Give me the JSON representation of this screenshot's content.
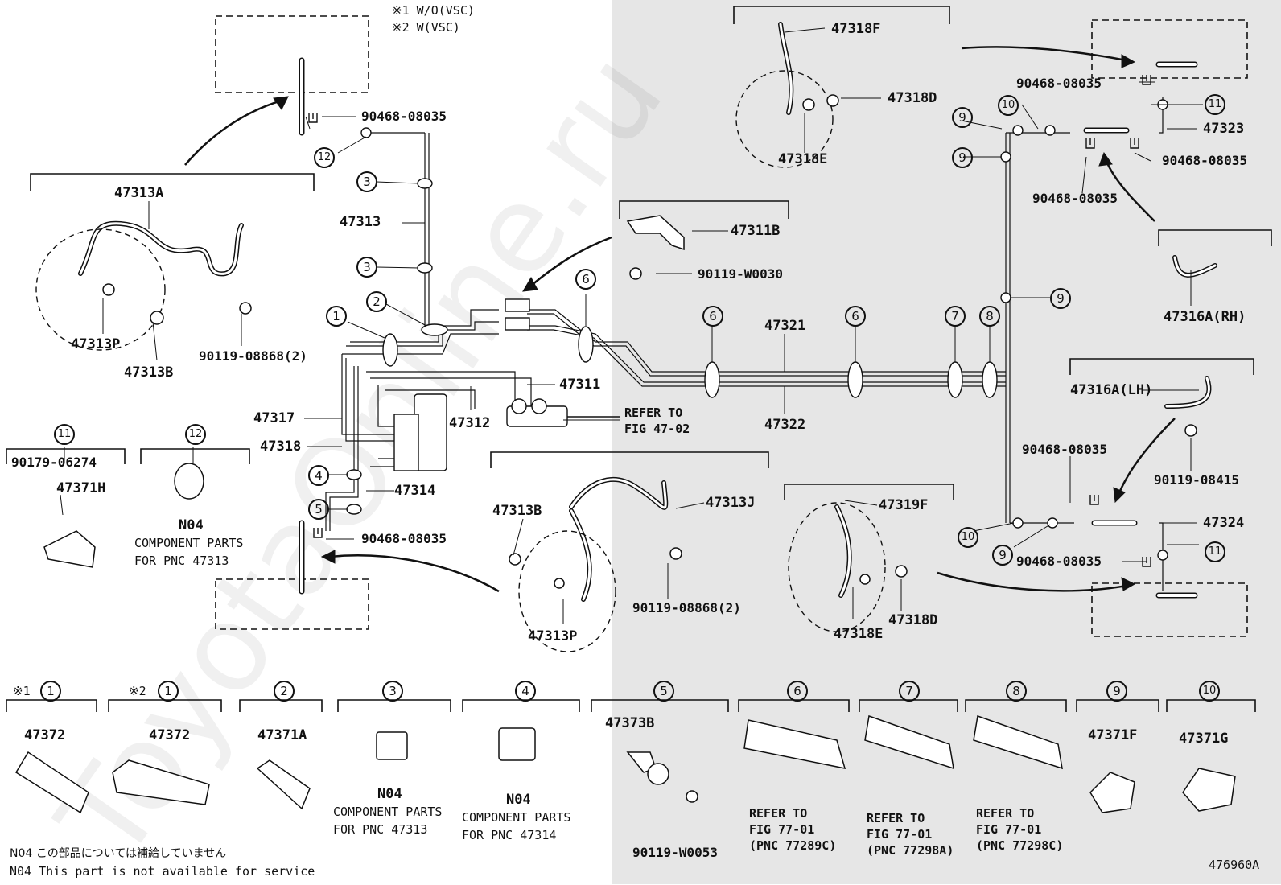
{
  "header_notes": {
    "note1": "※1 W/O(VSC)",
    "note2": "※2 W(VSC)"
  },
  "parts": {
    "p47313A": "47313A",
    "p47313P_left": "47313P",
    "p47313B_left": "47313B",
    "p90119_08868_left": "90119-08868(2)",
    "p90468_08035_top": "90468-08035",
    "p47313": "47313",
    "p47317": "47317",
    "p47318": "47318",
    "p47314": "47314",
    "p90468_08035_left": "90468-08035",
    "p47312": "47312",
    "p47311": "47311",
    "p47311B": "47311B",
    "p90119_W0030": "90119-W0030",
    "p47321": "47321",
    "p47322": "47322",
    "p47313B_mid": "47313B",
    "p47313J": "47313J",
    "p47313P_mid": "47313P",
    "p90119_08868_mid": "90119-08868(2)",
    "p47318F": "47318F",
    "p47318D_top": "47318D",
    "p47318E_top": "47318E",
    "p90468_08035_r1": "90468-08035",
    "p47323": "47323",
    "p90468_08035_r2": "90468-08035",
    "p90468_08035_r3": "90468-08035",
    "p47316A_RH": "47316A(RH)",
    "p47316A_LH": "47316A(LH)",
    "p90119_08415": "90119-08415",
    "p90468_08035_r4": "90468-08035",
    "p47324": "47324",
    "p90468_08035_r5": "90468-08035",
    "p47319F": "47319F",
    "p47318D_bot": "47318D",
    "p47318E_bot": "47318E",
    "p90179_06274": "90179-06274",
    "p47371H": "47371H",
    "n04_12": "N04",
    "comp_12_l1": "COMPONENT PARTS",
    "comp_12_l2": "FOR PNC 47313"
  },
  "refer_main": {
    "l1": "REFER TO",
    "l2": "FIG 47-02"
  },
  "circles": {
    "c1": "1",
    "c2": "2",
    "c3a": "3",
    "c3b": "3",
    "c4": "4",
    "c5": "5",
    "c6a": "6",
    "c6b": "6",
    "c6c": "6",
    "c7": "7",
    "c8": "8",
    "c9a": "9",
    "c9b": "9",
    "c9c": "9",
    "c9d": "9",
    "c10a": "10",
    "c10b": "10",
    "c11a": "11",
    "c11b": "11",
    "c12a": "12",
    "c11_legend": "11",
    "c12_legend": "12"
  },
  "legend": {
    "items": [
      {
        "mark": "※1",
        "num": "1",
        "part": "47372"
      },
      {
        "mark": "※2",
        "num": "1",
        "part": "47372"
      },
      {
        "mark": "",
        "num": "2",
        "part": "47371A"
      },
      {
        "mark": "",
        "num": "3",
        "part": "N04",
        "l1": "COMPONENT PARTS",
        "l2": "FOR PNC 47313"
      },
      {
        "mark": "",
        "num": "4",
        "part": "N04",
        "l1": "COMPONENT PARTS",
        "l2": "FOR PNC 47314"
      },
      {
        "mark": "",
        "num": "5",
        "part": "47373B",
        "bolt": "90119-W0053"
      },
      {
        "mark": "",
        "num": "6",
        "l1": "REFER TO",
        "l2": "FIG 77-01",
        "l3": "(PNC 77289C)"
      },
      {
        "mark": "",
        "num": "7",
        "l1": "REFER TO",
        "l2": "FIG 77-01",
        "l3": "(PNC 77298A)"
      },
      {
        "mark": "",
        "num": "8",
        "l1": "REFER TO",
        "l2": "FIG 77-01",
        "l3": "(PNC 77298C)"
      },
      {
        "mark": "",
        "num": "9",
        "part": "47371F"
      },
      {
        "mark": "",
        "num": "10",
        "part": "47371G"
      }
    ]
  },
  "footer": {
    "jp": "N04 この部品については補給していません",
    "en": "N04 This part is not available for service",
    "figure_id": "476960A"
  },
  "watermark": "ToyotaOnline.ru"
}
